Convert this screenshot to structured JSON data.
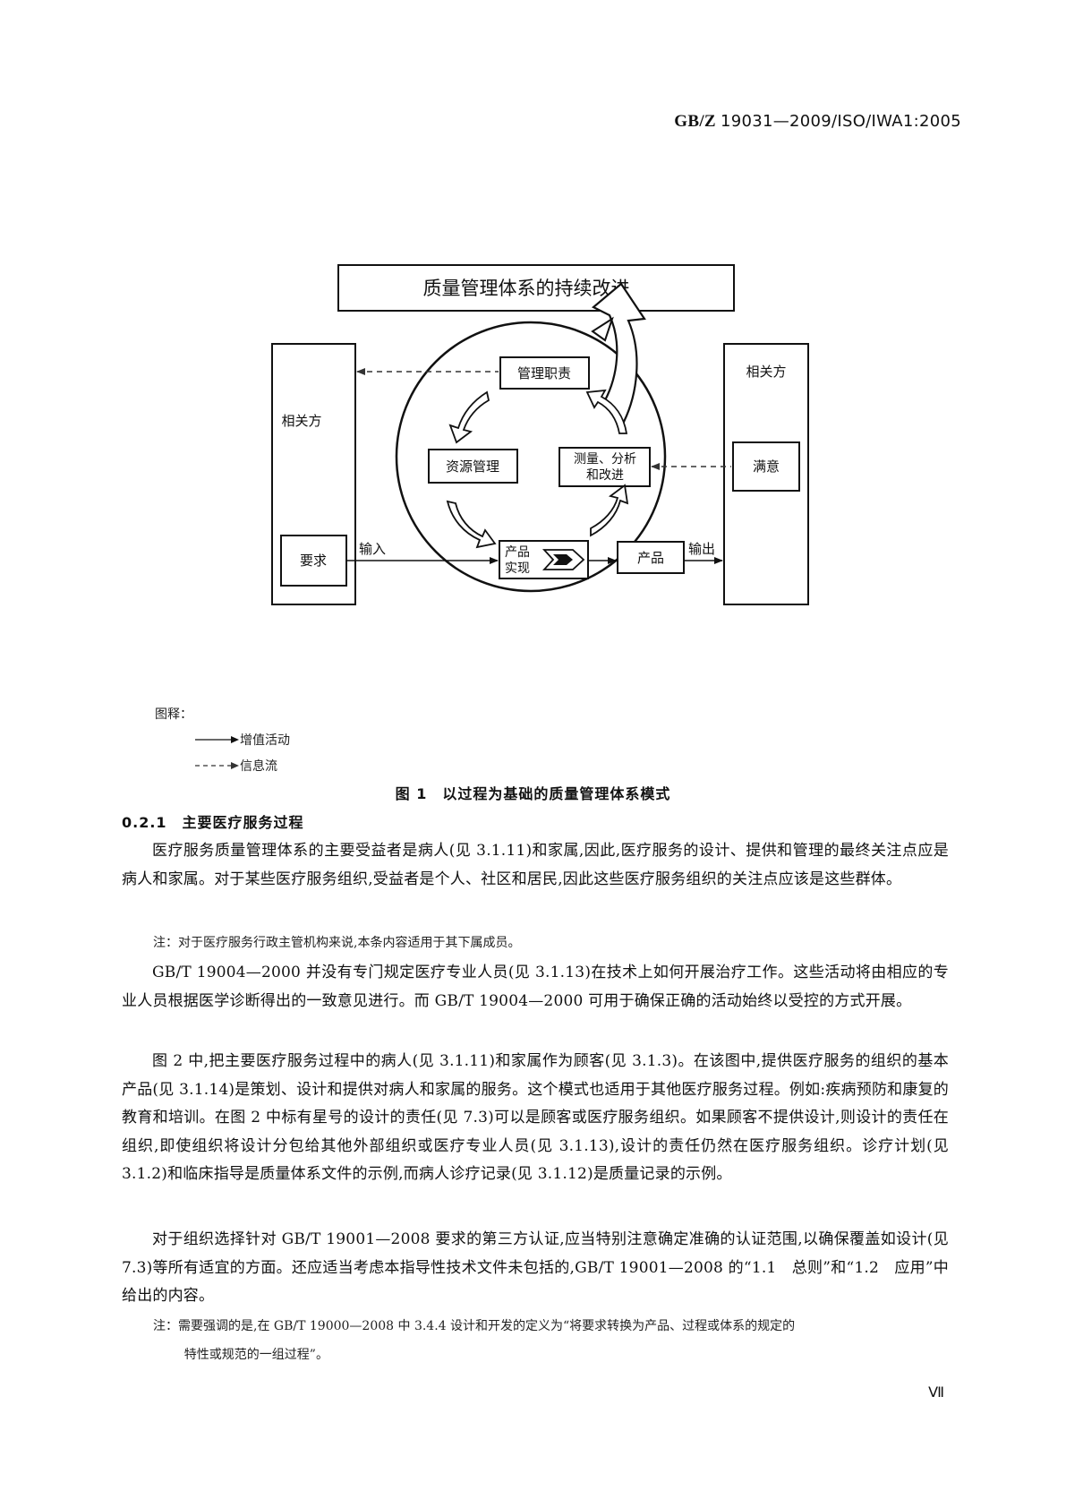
{
  "header": {
    "prefix": "GB/Z",
    "code": "19031—2009/ISO/IWA1:2005"
  },
  "diagram": {
    "top_banner": "质量管理体系的持续改进",
    "left_party": "相关方",
    "right_party": "相关方",
    "requirements": "要求",
    "satisfaction": "满意",
    "input_label": "输入",
    "output_label": "输出",
    "management": "管理职责",
    "resources": "资源管理",
    "measurement_line1": "测量、分析",
    "measurement_line2": "和改进",
    "realization_line1": "产品",
    "realization_line2": "实现",
    "product": "产品"
  },
  "legend": {
    "title": "图释：",
    "solid": "增值活动",
    "dashed": "信息流"
  },
  "figure_caption": "图 1　以过程为基础的质量管理体系模式",
  "section_heading": "0.2.1　主要医疗服务过程",
  "paragraphs": [
    "医疗服务质量管理体系的主要受益者是病人(见 3.1.11)和家属,因此,医疗服务的设计、提供和管理的最终关注点应是病人和家属。对于某些医疗服务组织,受益者是个人、社区和居民,因此这些医疗服务组织的关注点应该是这些群体。",
    "GB/T 19004—2000 并没有专门规定医疗专业人员(见 3.1.13)在技术上如何开展治疗工作。这些活动将由相应的专业人员根据医学诊断得出的一致意见进行。而 GB/T 19004—2000 可用于确保正确的活动始终以受控的方式开展。",
    "图 2 中,把主要医疗服务过程中的病人(见 3.1.11)和家属作为顾客(见 3.1.3)。在该图中,提供医疗服务的组织的基本产品(见 3.1.14)是策划、设计和提供对病人和家属的服务。这个模式也适用于其他医疗服务过程。例如:疾病预防和康复的教育和培训。在图 2 中标有星号的设计的责任(见 7.3)可以是顾客或医疗服务组织。如果顾客不提供设计,则设计的责任在组织,即使组织将设计分包给其他外部组织或医疗专业人员(见 3.1.13),设计的责任仍然在医疗服务组织。诊疗计划(见 3.1.2)和临床指导是质量体系文件的示例,而病人诊疗记录(见 3.1.12)是质量记录的示例。",
    "对于组织选择针对 GB/T 19001—2008 要求的第三方认证,应当特别注意确定准确的认证范围,以确保覆盖如设计(见 7.3)等所有适宜的方面。还应适当考虑本指导性技术文件未包括的,GB/T 19001—2008 的“1.1　总则”和“1.2　应用”中给出的内容。"
  ],
  "note1": "注：对于医疗服务行政主管机构来说,本条内容适用于其下属成员。",
  "note2_line1": "注：需要强调的是,在 GB/T 19000—2008 中 3.4.4 设计和开发的定义为“将要求转换为产品、过程或体系的规定的",
  "note2_line2": "特性或规范的一组过程”。",
  "page_number": "Ⅶ"
}
